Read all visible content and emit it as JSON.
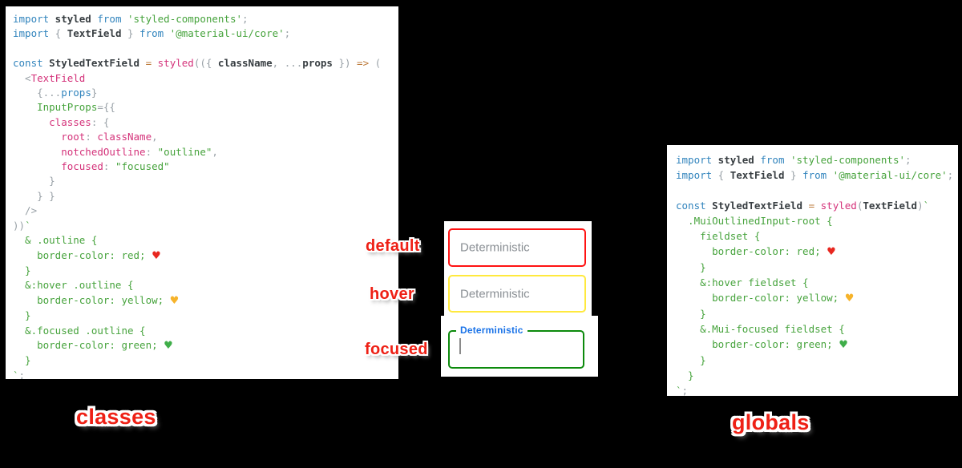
{
  "colors": {
    "background": "#000000",
    "sticker_red": "#ee2015",
    "placeholder_color": "#8a8f94",
    "focused_label_color": "#1a73e8",
    "field_default_border": "#ff1212",
    "field_hover_border": "#ffe93e",
    "field_focused_border": "#0c8a0c",
    "syntax": {
      "kw": "#3184bd",
      "id": "#383e42",
      "str": "#46a33c",
      "pink": "#d4327a",
      "op": "#bd7b3c",
      "pun": "#99a1a7",
      "heartRed": "#e8271f",
      "heartYellow": "#f6b32b",
      "heartGreen": "#3fae49"
    }
  },
  "panels": {
    "classes": {
      "caption": "classes",
      "code": [
        [
          [
            "kw",
            "import"
          ],
          [
            "id",
            " styled"
          ],
          [
            "kw",
            " from"
          ],
          [
            "str",
            " 'styled-components'"
          ],
          [
            "pun",
            ";"
          ]
        ],
        [
          [
            "kw",
            "import"
          ],
          [
            "pun",
            " { "
          ],
          [
            "id",
            "TextField"
          ],
          [
            "pun",
            " } "
          ],
          [
            "kw",
            "from"
          ],
          [
            "str",
            " '@material-ui/core'"
          ],
          [
            "pun",
            ";"
          ]
        ],
        [],
        [
          [
            "kw",
            "const"
          ],
          [
            "id",
            " StyledTextField"
          ],
          [
            "op",
            " ="
          ],
          [
            "pink",
            " styled"
          ],
          [
            "pun",
            "(({ "
          ],
          [
            "id",
            "className"
          ],
          [
            "pun",
            ", ..."
          ],
          [
            "id",
            "props"
          ],
          [
            "pun",
            " })"
          ],
          [
            "op",
            " =>"
          ],
          [
            "pun",
            " ("
          ]
        ],
        [
          [
            "pun",
            "  <"
          ],
          [
            "pink",
            "TextField"
          ]
        ],
        [
          [
            "pun",
            "    {..."
          ],
          [
            "kw",
            "props"
          ],
          [
            "pun",
            "}"
          ]
        ],
        [
          [
            "str",
            "    InputProps"
          ],
          [
            "pun",
            "={{"
          ]
        ],
        [
          [
            "pink",
            "      classes"
          ],
          [
            "pun",
            ": {"
          ]
        ],
        [
          [
            "pink",
            "        root"
          ],
          [
            "pun",
            ": "
          ],
          [
            "pink",
            "className"
          ],
          [
            "pun",
            ","
          ]
        ],
        [
          [
            "pink",
            "        notchedOutline"
          ],
          [
            "pun",
            ": "
          ],
          [
            "str",
            "\"outline\""
          ],
          [
            "pun",
            ","
          ]
        ],
        [
          [
            "pink",
            "        focused"
          ],
          [
            "pun",
            ": "
          ],
          [
            "str",
            "\"focused\""
          ]
        ],
        [
          [
            "pun",
            "      }"
          ]
        ],
        [
          [
            "pun",
            "    } }"
          ]
        ],
        [
          [
            "pun",
            "  />"
          ]
        ],
        [
          [
            "pun",
            "))"
          ],
          [
            "str",
            "`"
          ]
        ],
        [
          [
            "str",
            "  & .outline {"
          ]
        ],
        [
          [
            "str",
            "    border-color: red; "
          ],
          [
            "heart-red",
            "♥"
          ]
        ],
        [
          [
            "str",
            "  }"
          ]
        ],
        [
          [
            "str",
            "  &:hover .outline {"
          ]
        ],
        [
          [
            "str",
            "    border-color: yellow; "
          ],
          [
            "heart-yellow",
            "♥"
          ]
        ],
        [
          [
            "str",
            "  }"
          ]
        ],
        [
          [
            "str",
            "  &.focused .outline {"
          ]
        ],
        [
          [
            "str",
            "    border-color: green; "
          ],
          [
            "heart-green",
            "♥"
          ]
        ],
        [
          [
            "str",
            "  }"
          ]
        ],
        [
          [
            "str",
            "`"
          ],
          [
            "pun",
            ";"
          ]
        ]
      ]
    },
    "globals": {
      "caption": "globals",
      "code": [
        [
          [
            "kw",
            "import"
          ],
          [
            "id",
            " styled"
          ],
          [
            "kw",
            " from"
          ],
          [
            "str",
            " 'styled-components'"
          ],
          [
            "pun",
            ";"
          ]
        ],
        [
          [
            "kw",
            "import"
          ],
          [
            "pun",
            " { "
          ],
          [
            "id",
            "TextField"
          ],
          [
            "pun",
            " } "
          ],
          [
            "kw",
            "from"
          ],
          [
            "str",
            " '@material-ui/core'"
          ],
          [
            "pun",
            ";"
          ]
        ],
        [],
        [
          [
            "kw",
            "const"
          ],
          [
            "id",
            " StyledTextField"
          ],
          [
            "op",
            " ="
          ],
          [
            "pink",
            " styled"
          ],
          [
            "pun",
            "("
          ],
          [
            "id",
            "TextField"
          ],
          [
            "pun",
            ")"
          ],
          [
            "str",
            "`"
          ]
        ],
        [
          [
            "str",
            "  .MuiOutlinedInput-root {"
          ]
        ],
        [
          [
            "str",
            "    fieldset {"
          ]
        ],
        [
          [
            "str",
            "      border-color: red; "
          ],
          [
            "heart-red",
            "♥"
          ]
        ],
        [
          [
            "str",
            "    }"
          ]
        ],
        [
          [
            "str",
            "    &:hover fieldset {"
          ]
        ],
        [
          [
            "str",
            "      border-color: yellow; "
          ],
          [
            "heart-yellow",
            "♥"
          ]
        ],
        [
          [
            "str",
            "    }"
          ]
        ],
        [
          [
            "str",
            "    &.Mui-focused fieldset {"
          ]
        ],
        [
          [
            "str",
            "      border-color: green; "
          ],
          [
            "heart-green",
            "♥"
          ]
        ],
        [
          [
            "str",
            "    }"
          ]
        ],
        [
          [
            "str",
            "  }"
          ]
        ],
        [
          [
            "str",
            "`"
          ],
          [
            "pun",
            ";"
          ]
        ]
      ]
    }
  },
  "demo": {
    "states": [
      {
        "label": "default",
        "placeholder": "Deterministic"
      },
      {
        "label": "hover",
        "placeholder": "Deterministic"
      },
      {
        "label": "focused",
        "placeholder": "Deterministic"
      }
    ]
  }
}
